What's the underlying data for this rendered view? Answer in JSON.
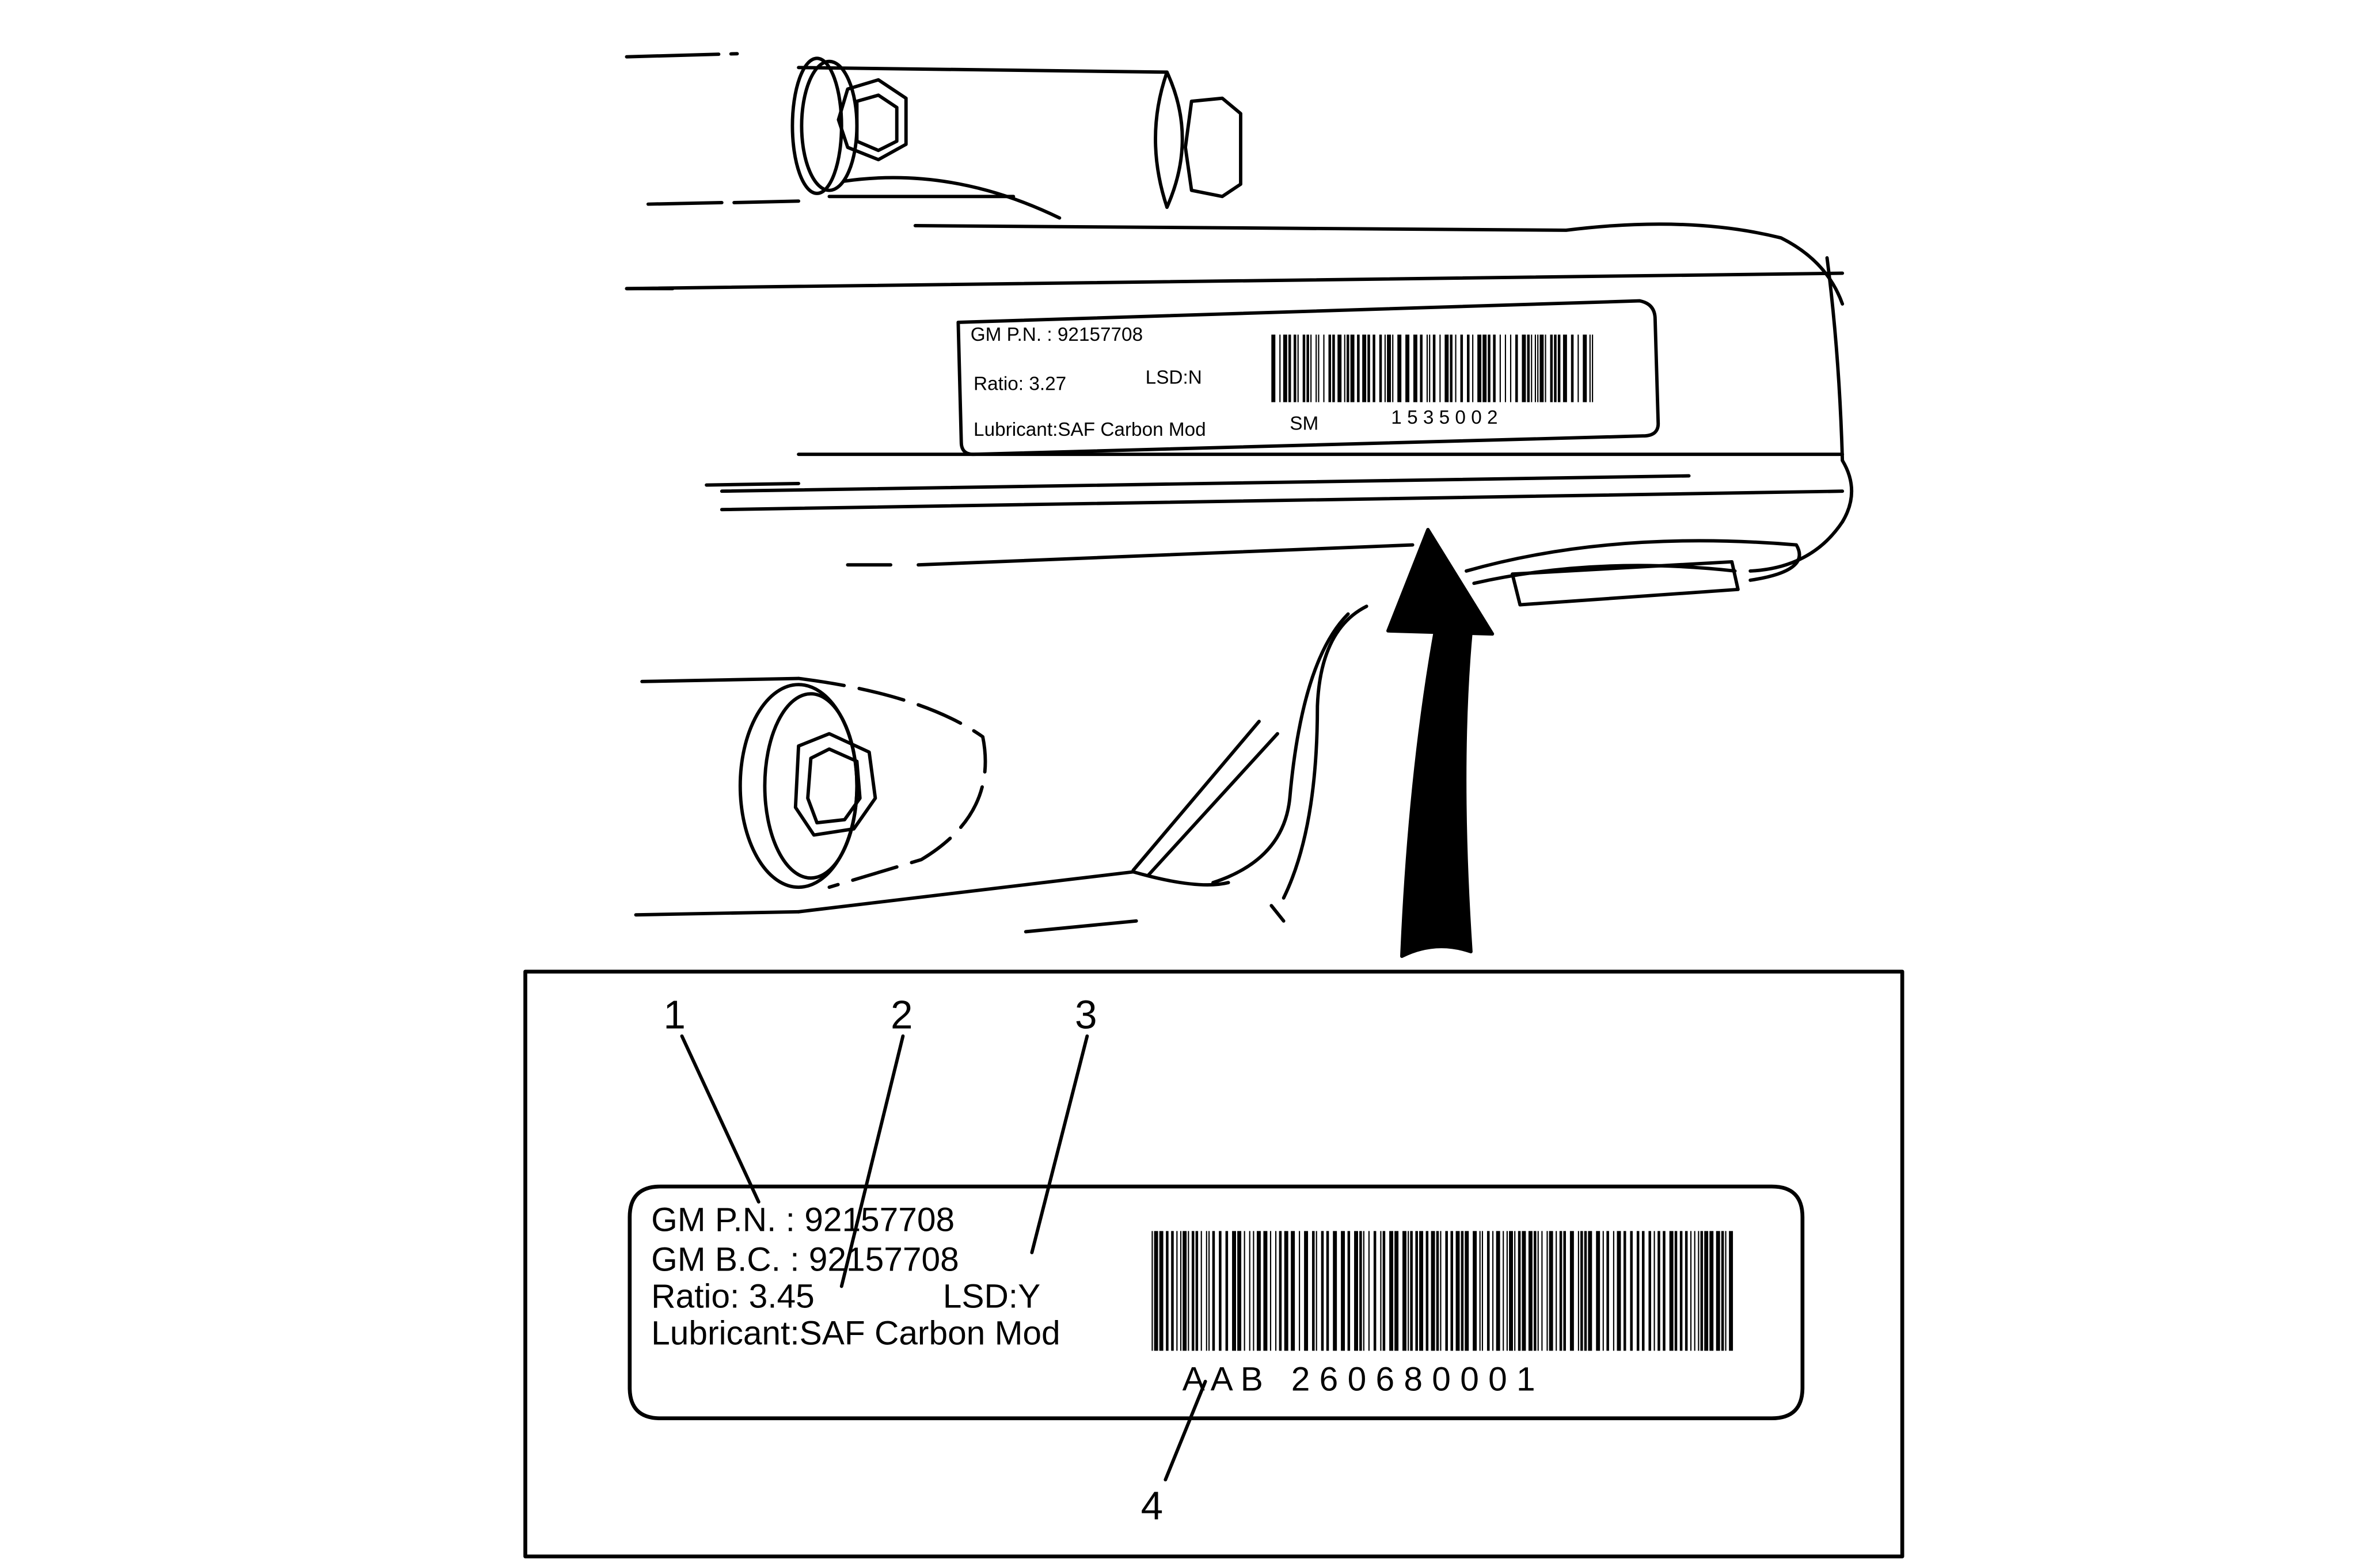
{
  "illustration_label": {
    "line1": "GM  P.N. : 92157708",
    "ratio": "Ratio:  3.27",
    "lsd": "LSD:N",
    "lubricant": "Lubricant:SAF  Carbon Mod",
    "sm": "SM",
    "serial": "1 5 3 5 0 0 2"
  },
  "detail_label": {
    "part_number": "GM  P.N. : 92157708",
    "build_code": "GM  B.C. : 92157708",
    "ratio": "Ratio:  3.45",
    "lsd": "LSD:Y",
    "lubricant": "Lubricant:SAF  Carbon Mod",
    "serial": "A A B   2 6 0 6 8 0 0 0 1"
  },
  "callouts": [
    "1",
    "2",
    "3",
    "4"
  ]
}
